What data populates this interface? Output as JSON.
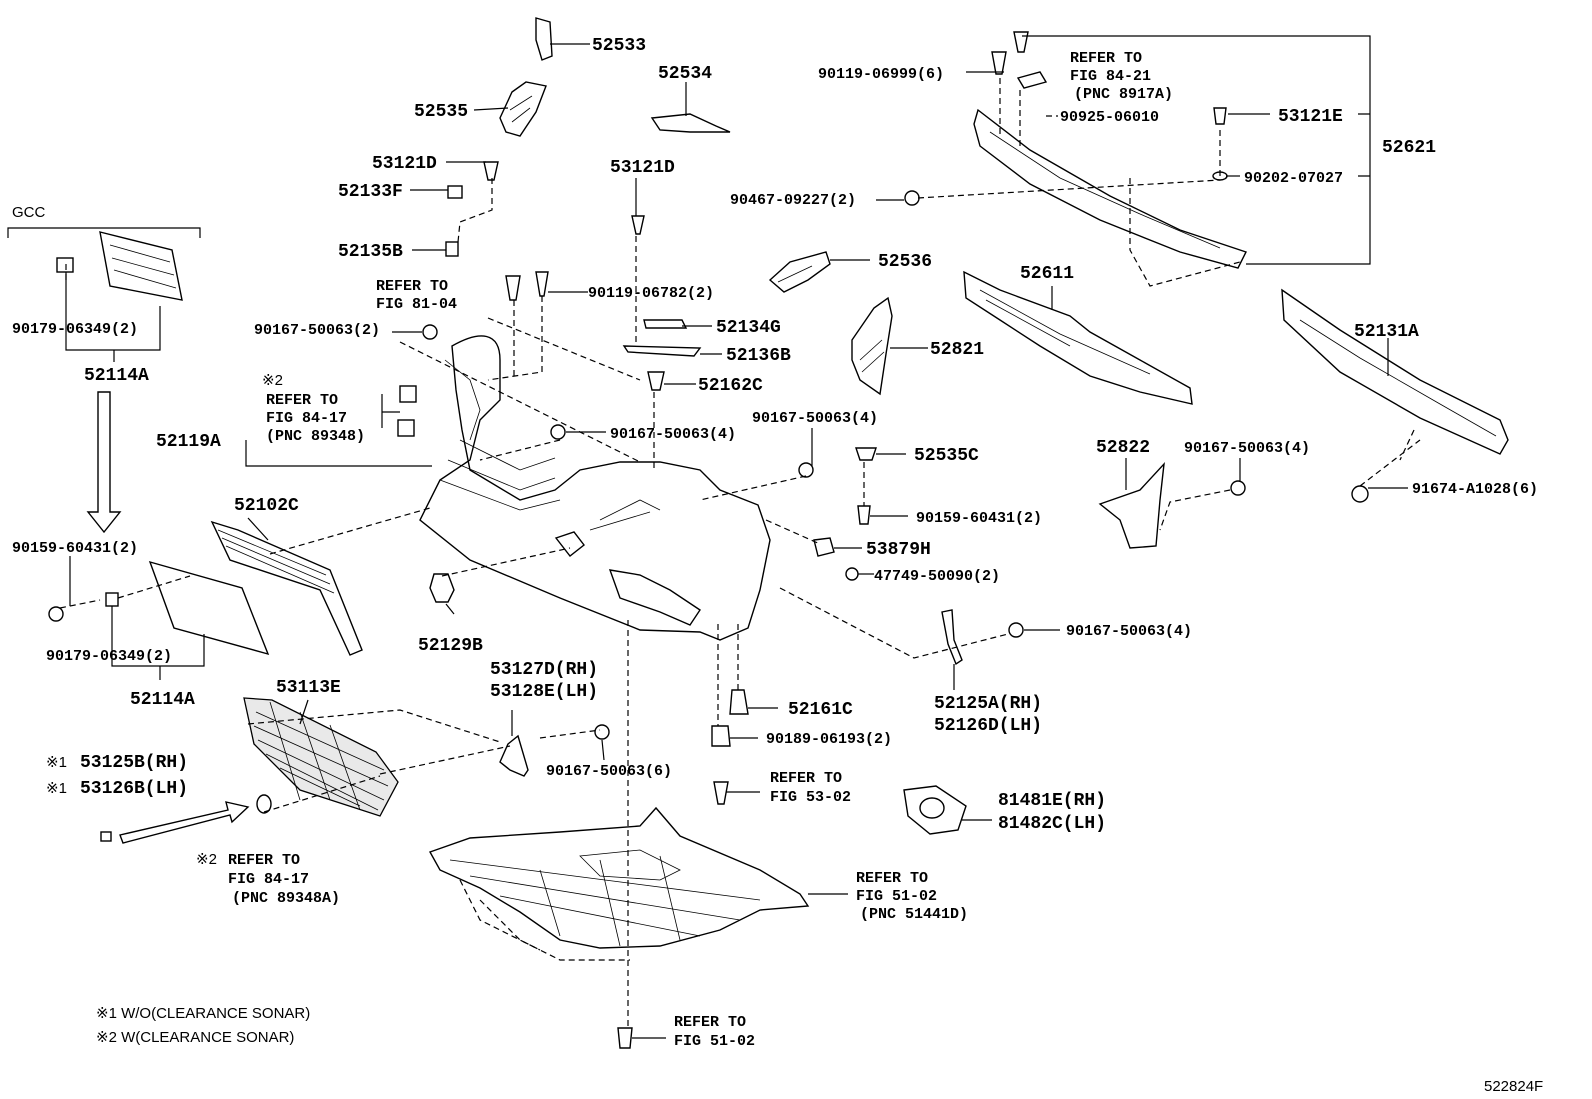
{
  "diagram": {
    "code": "522824F",
    "section_label": "GCC",
    "notes": [
      "※1 W/O(CLEARANCE SONAR)",
      "※2 W(CLEARANCE SONAR)"
    ]
  },
  "callouts": {
    "p52533": "52533",
    "p52534": "52534",
    "p52535": "52535",
    "p53121D_a": "53121D",
    "p52133F": "52133F",
    "p52135B": "52135B",
    "p53121D_b": "53121D",
    "ref_81_04_a": "REFER TO",
    "ref_81_04_b": "FIG 81-04",
    "p90119_06782": "90119-06782(2)",
    "p90167_50063_2": "90167-50063(2)",
    "p52134G": "52134G",
    "p52136B": "52136B",
    "p52162C": "52162C",
    "mark2_top": "※2",
    "ref_84_17_a": "REFER TO",
    "ref_84_17_b": "FIG 84-17",
    "ref_84_17_c": "(PNC 89348)",
    "p52119A": "52119A",
    "p90167_50063_4a": "90167-50063(4)",
    "p90179_06349_top": "90179-06349(2)",
    "p52114A_top": "52114A",
    "p52102C": "52102C",
    "p90159_60431_left": "90159-60431(2)",
    "p90179_06349_bot": "90179-06349(2)",
    "p52114A_bot": "52114A",
    "p52129B": "52129B",
    "p53113E": "53113E",
    "p53127D": "53127D(RH)",
    "p53128E": "53128E(LH)",
    "p90167_50063_6": "90167-50063(6)",
    "p53125B": "53125B(RH)",
    "p53126B": "53126B(LH)",
    "mark1_a": "※1",
    "mark1_b": "※1",
    "ref_89348A_mark": "※2",
    "ref_89348A_a": "REFER TO",
    "ref_89348A_b": "FIG 84-17",
    "ref_89348A_c": "(PNC 89348A)",
    "p90119_06999": "90119-06999(6)",
    "ref_84_21_a": "REFER TO",
    "ref_84_21_b": "FIG 84-21",
    "ref_84_21_c": "(PNC 8917A)",
    "p90925_06010": "90925-06010",
    "p53121E": "53121E",
    "p52621": "52621",
    "p90202_07027": "90202-07027",
    "p90467_09227": "90467-09227(2)",
    "p52536": "52536",
    "p52611": "52611",
    "p52821": "52821",
    "p52131A": "52131A",
    "p90167_50063_4b": "90167-50063(4)",
    "p52535C": "52535C",
    "p90159_60431_right": "90159-60431(2)",
    "p52822": "52822",
    "p90167_50063_4c": "90167-50063(4)",
    "p91674_A1028": "91674-A1028(6)",
    "p53879H": "53879H",
    "p47749_50090": "47749-50090(2)",
    "p90167_50063_4d": "90167-50063(4)",
    "p52161C": "52161C",
    "p90189_06193": "90189-06193(2)",
    "ref_53_02_a": "REFER TO",
    "ref_53_02_b": "FIG 53-02",
    "p52125A": "52125A(RH)",
    "p52126D": "52126D(LH)",
    "p81481E": "81481E(RH)",
    "p81482C": "81482C(LH)",
    "ref_51_02_a": "REFER TO",
    "ref_51_02_b": "FIG 51-02",
    "ref_51_02_c": "(PNC 51441D)",
    "ref_51_02_bot_a": "REFER TO",
    "ref_51_02_bot_b": "FIG 51-02"
  }
}
